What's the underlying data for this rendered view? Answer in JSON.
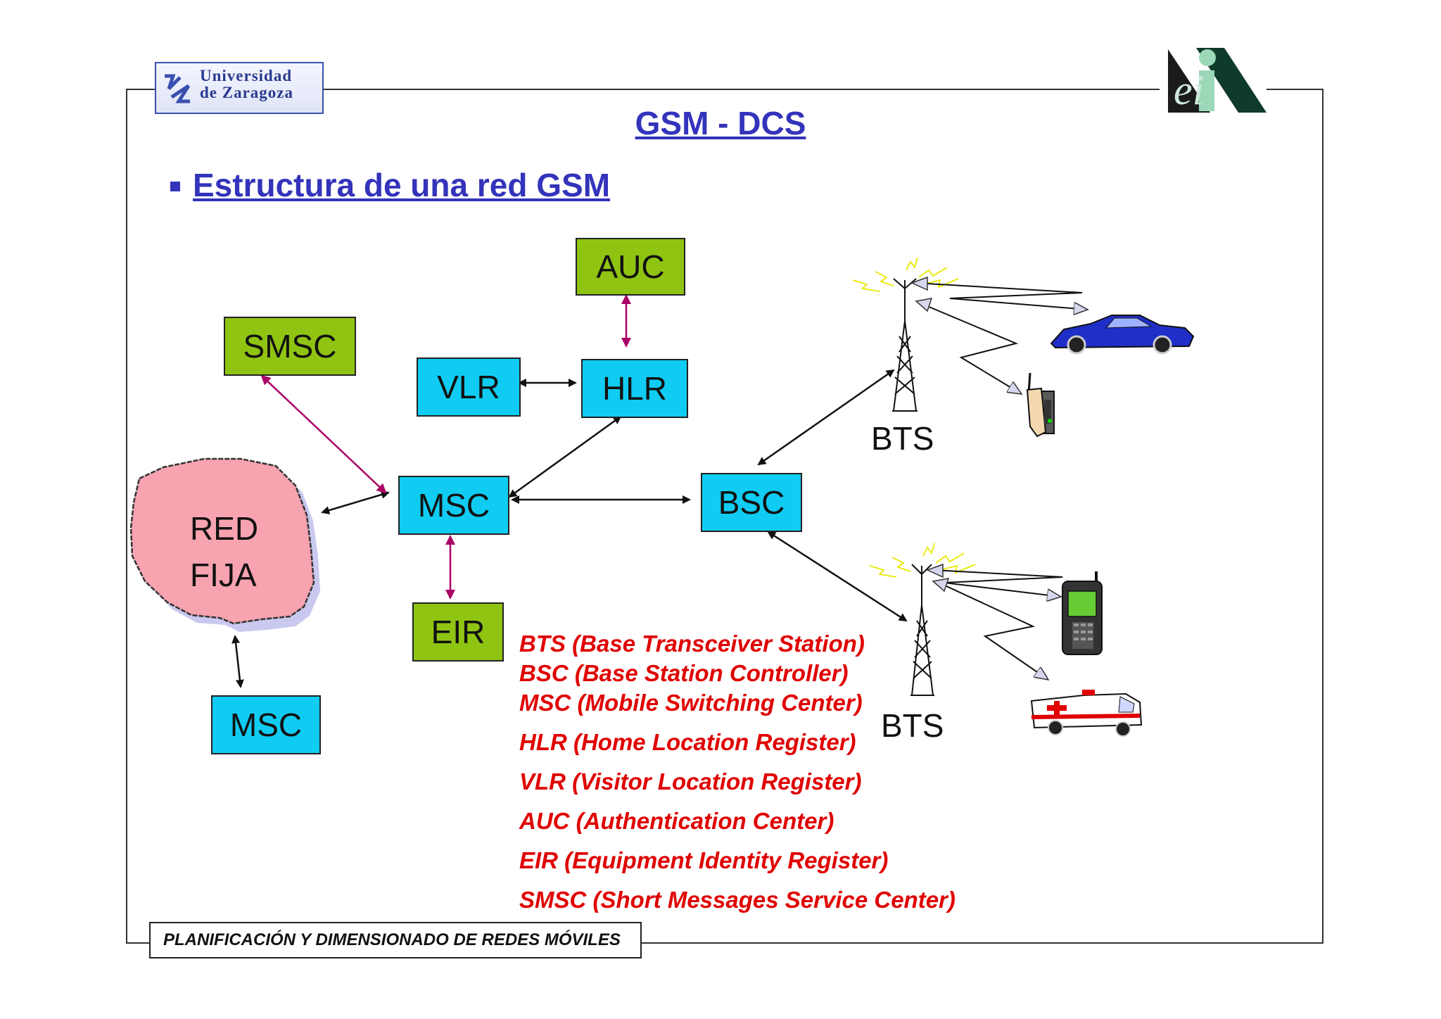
{
  "slide": {
    "title": "GSM - DCS",
    "subtitle": "Estructura de una red GSM",
    "footer": "PLANIFICACIÓN Y DIMENSIONADO DE REDES MÓVILES"
  },
  "logos": {
    "university_line1": "Universidad",
    "university_line2": "de Zaragoza",
    "eii_letters": "ei"
  },
  "nodes": {
    "auc": "AUC",
    "smsc": "SMSC",
    "vlr": "VLR",
    "hlr": "HLR",
    "msc_main": "MSC",
    "bsc": "BSC",
    "eir": "EIR",
    "msc_lower": "MSC",
    "red_fija_line1": "RED",
    "red_fija_line2": "FIJA",
    "bts_upper": "BTS",
    "bts_lower": "BTS"
  },
  "legend": [
    "BTS (Base Transceiver Station)",
    "BSC (Base Station Controller)",
    "MSC (Mobile Switching Center)",
    "HLR (Home Location Register)",
    "VLR (Visitor Location Register)",
    "AUC (Authentication Center)",
    "EIR (Equipment Identity Register)",
    "SMSC (Short Messages Service Center)"
  ],
  "colors": {
    "title": "#3333bb",
    "node_blue": "#10ccf2",
    "node_green": "#90c412",
    "cloud": "#f7a3b0",
    "legend_text": "#e00000",
    "db_link": "#aa0066"
  },
  "icons": [
    "antenna-tower-icon",
    "car-icon",
    "desk-phone-icon",
    "mobile-phone-icon",
    "ambulance-icon"
  ]
}
